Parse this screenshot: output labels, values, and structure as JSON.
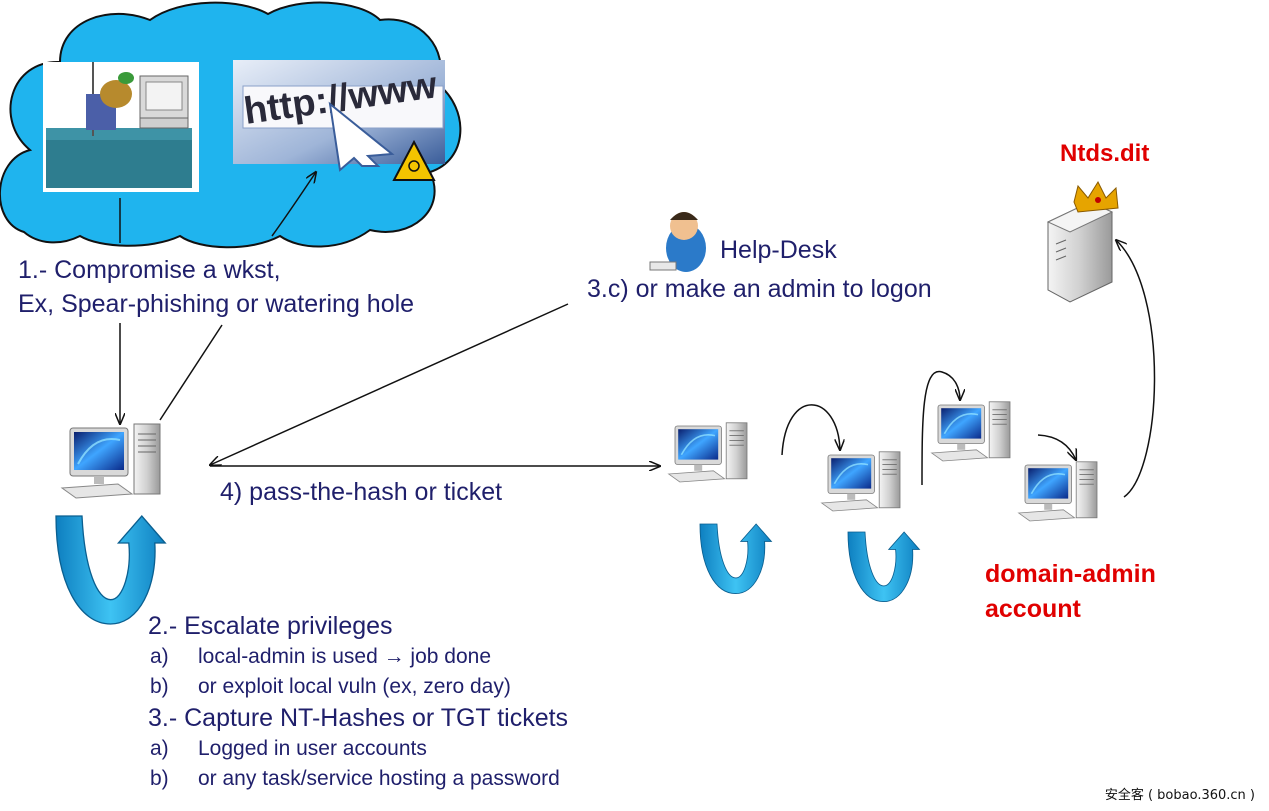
{
  "step1": {
    "line1": "1.- Compromise a wkst,",
    "line2": "Ex, Spear-phishing or watering hole"
  },
  "browser_url": "http://www",
  "helpdesk": {
    "label": "Help-Desk",
    "step3c": "3.c) or make an admin to logon"
  },
  "step4": "4) pass-the-hash or ticket",
  "ntds": "Ntds.dit",
  "domain_admin": {
    "line1": "domain-admin",
    "line2": "account"
  },
  "steps": {
    "step2_title": "2.- Escalate privileges",
    "step2_items": [
      {
        "key": "a)",
        "text": "local-admin is used → job done"
      },
      {
        "key": "b)",
        "text": "or exploit local vuln (ex, zero day)"
      }
    ],
    "step3_title": "3.- Capture NT-Hashes or TGT tickets",
    "step3_items": [
      {
        "key": "a)",
        "text": "Logged in user accounts"
      },
      {
        "key": "b)",
        "text": "or any task/service hosting a password"
      }
    ]
  },
  "footer": "安全客 ( bobao.360.cn )",
  "colors": {
    "cloud": "#1fb4ee",
    "cloud_outline": "#111111",
    "text": "#1f1f6b",
    "highlight": "#e00000",
    "loop_arrow": "#1aa3dc"
  },
  "icons": [
    "cloud",
    "user-at-desk-cartoon",
    "browser-url",
    "biohazard-icon",
    "helpdesk-person-icon",
    "server-crown-icon",
    "workstation-icon",
    "loop-arrow"
  ]
}
